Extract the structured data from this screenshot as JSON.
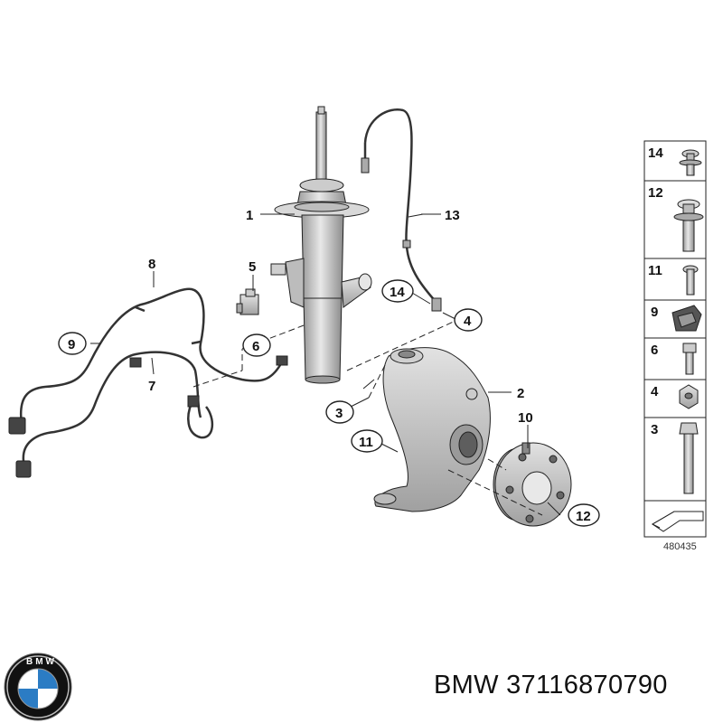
{
  "callouts": [
    "1",
    "2",
    "3",
    "4",
    "5",
    "6",
    "7",
    "8",
    "9",
    "10",
    "11",
    "12",
    "13",
    "14"
  ],
  "side_panel": [
    "14",
    "12",
    "11",
    "9",
    "6",
    "4",
    "3"
  ],
  "diagram_ref": "480435",
  "caption": "BMW 37116870790",
  "logo_text": "BMW",
  "colors": {
    "outline": "#222222",
    "part_light": "#e6e6e6",
    "part_mid": "#bcbcbc",
    "part_dark": "#8a8a8a",
    "logo_blue": "#2b7cc4"
  }
}
